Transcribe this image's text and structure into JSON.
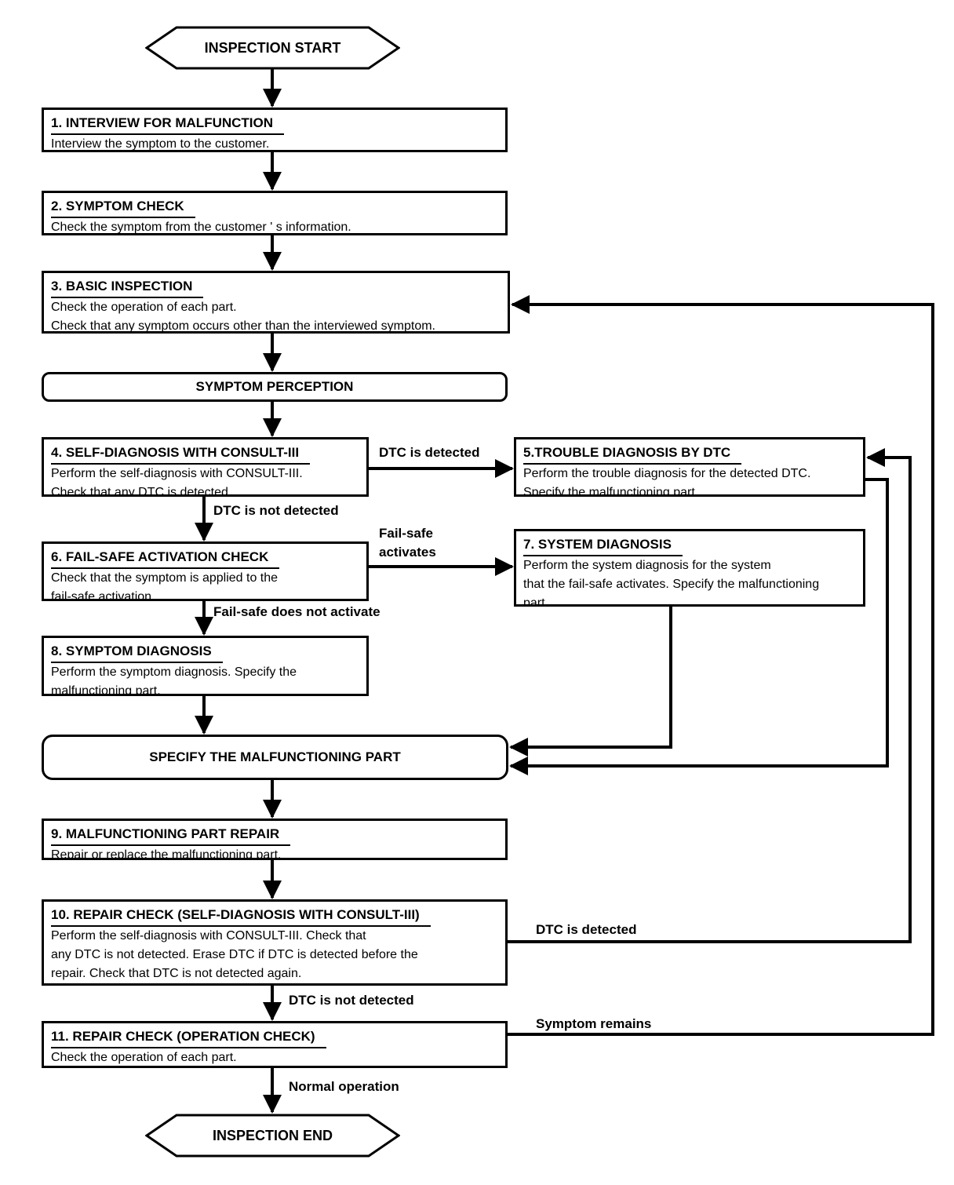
{
  "colors": {
    "line": "#000000",
    "background": "#ffffff"
  },
  "nodes": {
    "start": "INSPECTION START",
    "perception": "SYMPTOM PERCEPTION",
    "specify": "SPECIFY THE MALFUNCTIONING PART",
    "end": "INSPECTION END"
  },
  "steps": [
    {
      "title": "1. INTERVIEW FOR MALFUNCTION",
      "lines": [
        "Interview the symptom to the customer."
      ]
    },
    {
      "title": "2. SYMPTOM CHECK",
      "lines": [
        "Check the symptom from the customer ' s information."
      ]
    },
    {
      "title": "3. BASIC INSPECTION",
      "lines": [
        "Check the operation of each part.",
        "Check that any symptom occurs other than the interviewed symptom."
      ]
    },
    {
      "title": "4. SELF-DIAGNOSIS WITH CONSULT-III",
      "lines": [
        "Perform the self-diagnosis with CONSULT-III.",
        "Check that any DTC is detected."
      ]
    },
    {
      "title": "5.TROUBLE DIAGNOSIS BY DTC",
      "lines": [
        "Perform the trouble diagnosis for the detected DTC.",
        "Specify the malfunctioning part."
      ]
    },
    {
      "title": "6. FAIL-SAFE ACTIVATION CHECK",
      "lines": [
        "Check that the symptom is applied to the",
        "fail-safe activation."
      ]
    },
    {
      "title": "7. SYSTEM DIAGNOSIS",
      "lines": [
        "Perform the system diagnosis for the system",
        "that the fail-safe activates. Specify the malfunctioning",
        "part."
      ]
    },
    {
      "title": "8. SYMPTOM DIAGNOSIS",
      "lines": [
        "Perform the symptom diagnosis. Specify the",
        "malfunctioning part."
      ]
    },
    {
      "title": "9. MALFUNCTIONING PART REPAIR",
      "lines": [
        "Repair or replace the malfunctioning part."
      ]
    },
    {
      "title": "10. REPAIR CHECK (SELF-DIAGNOSIS WITH CONSULT-III)",
      "lines": [
        "Perform the self-diagnosis with CONSULT-III. Check that",
        "any DTC is not detected. Erase DTC if DTC is detected before the",
        "repair. Check that DTC is not detected again."
      ]
    },
    {
      "title": "11. REPAIR CHECK (OPERATION CHECK)",
      "lines": [
        "Check the operation of each part."
      ]
    }
  ],
  "labels": {
    "dtc_detected_upper": "DTC is detected",
    "dtc_not_detected_upper": "DTC is not detected",
    "failsafe_activates": "Fail-safe\nactivates",
    "failsafe_not_activate": "Fail-safe does not activate",
    "dtc_detected_lower": "DTC is detected",
    "dtc_not_detected_lower": "DTC is not detected",
    "symptom_remains": "Symptom remains",
    "normal_operation": "Normal operation"
  }
}
